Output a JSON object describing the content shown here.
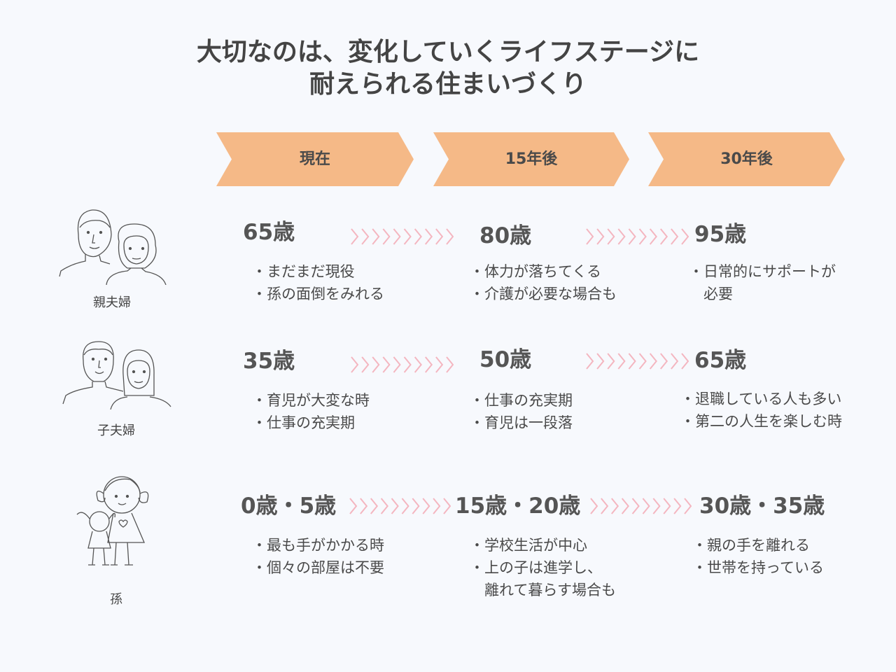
{
  "title": {
    "line1": "大切なのは、変化していくライフステージに",
    "line2": "耐えられる住まいづくり"
  },
  "stages": [
    "現在",
    "15年後",
    "30年後"
  ],
  "colors": {
    "stage_fill": "#f5b987",
    "arrow": "#f4b6c0",
    "background": "#f7f9fd"
  },
  "rows": [
    {
      "label": "親夫婦",
      "icon": "elderly-couple-icon",
      "cols": [
        {
          "age": "65歳",
          "bullets": [
            "まだまだ現役",
            "孫の面倒をみれる"
          ]
        },
        {
          "age": "80歳",
          "bullets": [
            "体力が落ちてくる",
            "介護が必要な場合も"
          ]
        },
        {
          "age": "95歳",
          "bullets": [
            "日常的にサポートが"
          ],
          "cont": "必要"
        }
      ]
    },
    {
      "label": "子夫婦",
      "icon": "adult-couple-icon",
      "cols": [
        {
          "age": "35歳",
          "bullets": [
            "育児が大変な時",
            "仕事の充実期"
          ]
        },
        {
          "age": "50歳",
          "bullets": [
            "仕事の充実期",
            "育児は一段落"
          ]
        },
        {
          "age": "65歳",
          "bullets": [
            "退職している人も多い",
            "第二の人生を楽しむ時"
          ]
        }
      ]
    },
    {
      "label": "孫",
      "icon": "children-icon",
      "cols": [
        {
          "age": "0歳・5歳",
          "bullets": [
            "最も手がかかる時",
            "個々の部屋は不要"
          ]
        },
        {
          "age": "15歳・20歳",
          "bullets": [
            "学校生活が中心",
            "上の子は進学し、"
          ],
          "cont": "離れて暮らす場合も"
        },
        {
          "age": "30歳・35歳",
          "bullets": [
            "親の手を離れる",
            "世帯を持っている"
          ]
        }
      ]
    }
  ]
}
